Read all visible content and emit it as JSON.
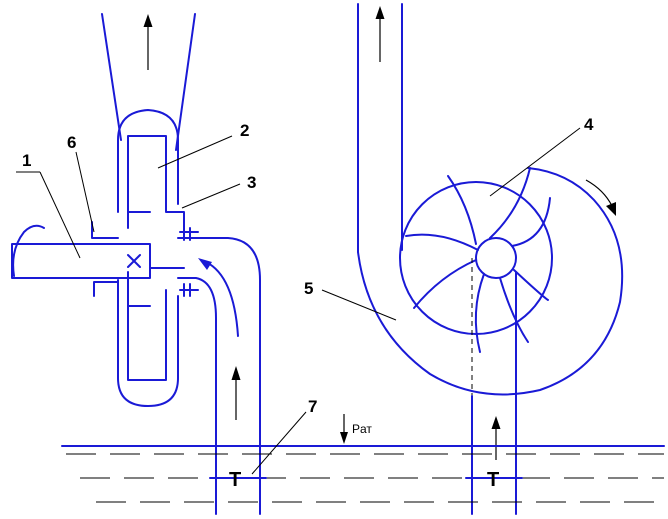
{
  "labels": {
    "n1": "1",
    "n2": "2",
    "n3": "3",
    "n4": "4",
    "n5": "5",
    "n6": "6",
    "n7": "7",
    "thermo_left": "T",
    "thermo_right": "T",
    "p_atm": "Pат"
  },
  "colors": {
    "line": "#1a1ad6",
    "leader": "#000000"
  },
  "icons": {
    "flow_arrow": "flow-arrow-icon",
    "rotation_arrow": "rotation-arrow-icon"
  }
}
